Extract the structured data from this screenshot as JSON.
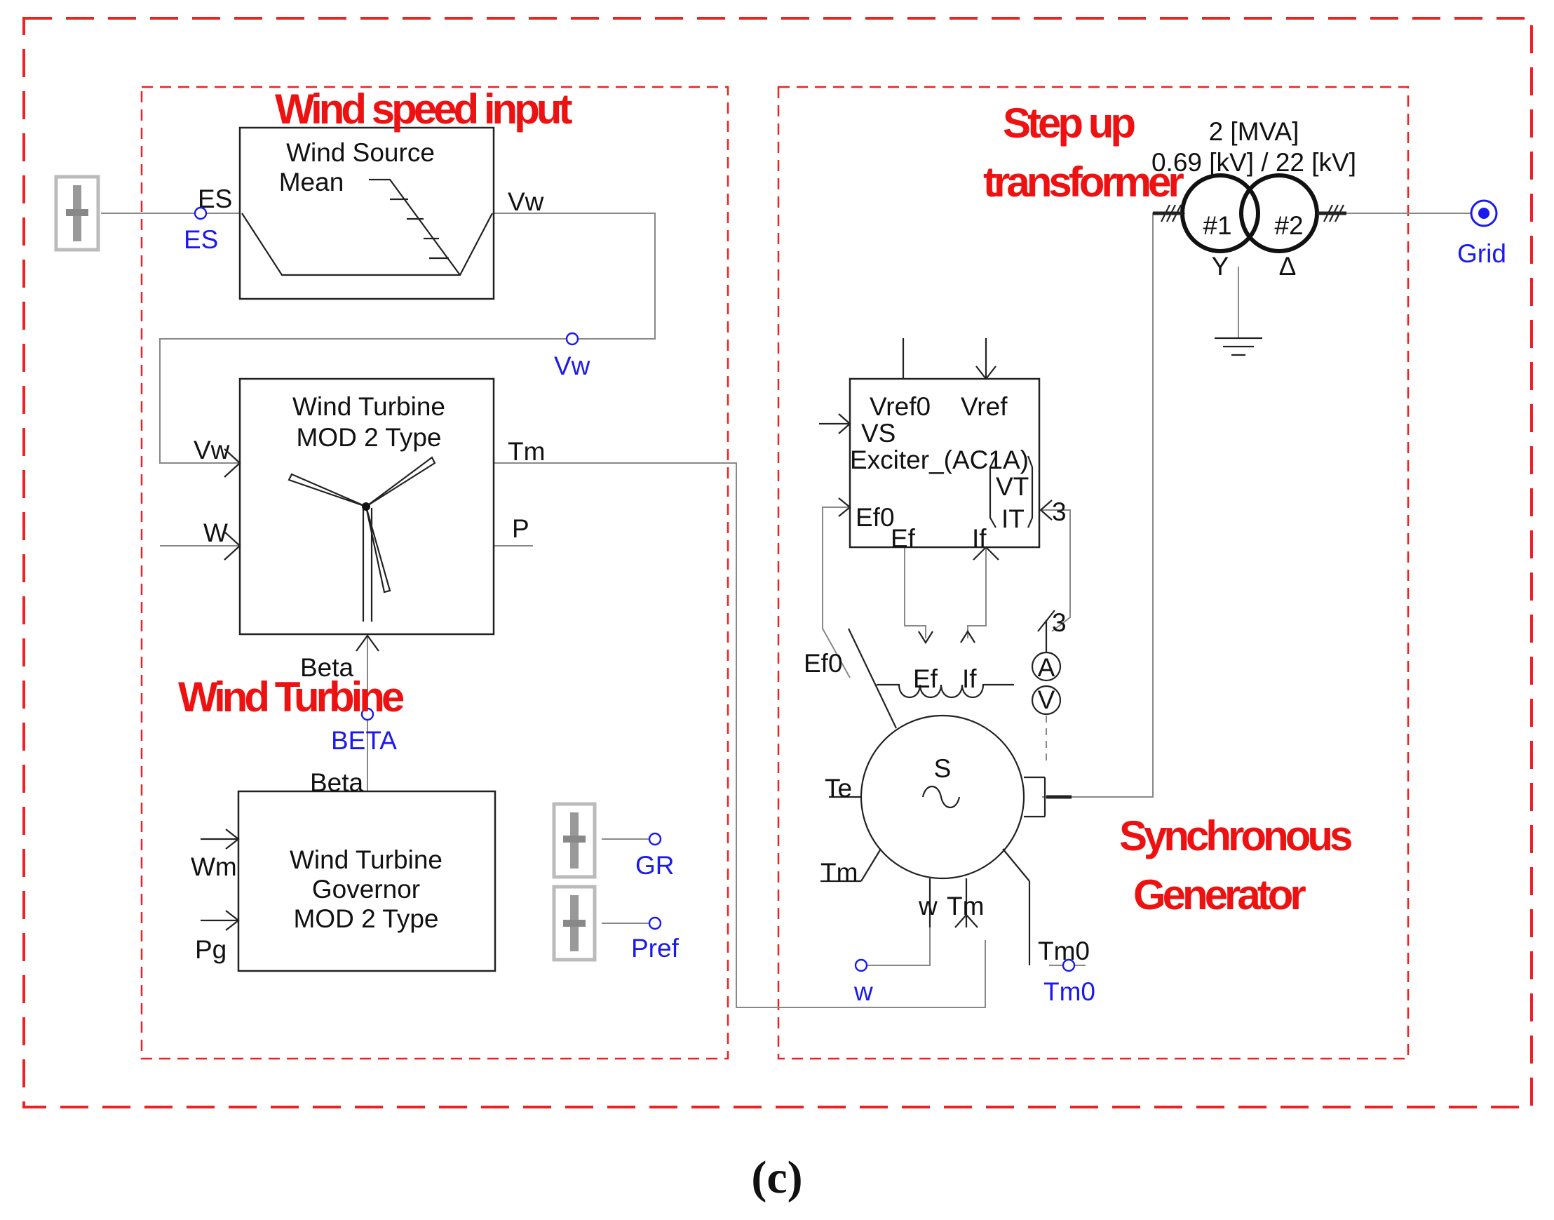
{
  "diagram": {
    "blocks": {
      "wind_source": {
        "title_line1": "Wind Source",
        "title_line2": "Mean",
        "port_in": "ES",
        "port_out": "Vw"
      },
      "wind_turbine": {
        "title_line1": "Wind Turbine",
        "title_line2": "MOD 2 Type",
        "port_vw": "Vw",
        "port_w": "W",
        "port_tm": "Tm",
        "port_p": "P",
        "port_beta": "Beta"
      },
      "governor": {
        "title_line1": "Wind Turbine",
        "title_line2": "Governor",
        "title_line3": "MOD 2 Type",
        "port_beta": "Beta",
        "port_wm": "Wm",
        "port_pg": "Pg"
      },
      "exciter": {
        "port_vref0": "Vref0",
        "port_vref": "Vref",
        "port_vs": "VS",
        "title": "Exciter_(AC1A)",
        "port_vt": "VT",
        "port_it": "IT",
        "port_ef0": "Ef0",
        "port_ef": "Ef",
        "port_if": "If",
        "bus_count": "3"
      },
      "generator": {
        "symbol": "S",
        "port_ef0": "Ef0",
        "port_te": "Te",
        "port_tm": "Tm",
        "port_w": "w",
        "port_tm2": "Tm",
        "port_tm0": "Tm0",
        "field_ef": "Ef",
        "field_if": "If",
        "bus_count": "3",
        "ammeter": "A",
        "voltmeter": "V"
      },
      "transformer": {
        "rating": "2 [MVA]",
        "voltages": "0.69 [kV] / 22 [kV]",
        "winding1": "#1",
        "winding2": "#2",
        "conn1": "Y",
        "conn2": "Δ"
      }
    },
    "signals": {
      "es": "ES",
      "vw": "Vw",
      "beta": "BETA",
      "gr": "GR",
      "pref": "Pref",
      "w": "w",
      "tm0": "Tm0",
      "grid": "Grid"
    },
    "group_labels": {
      "wind_speed_input": "Wind speed input",
      "wind_turbine": "Wind Turbine",
      "step_up_line1": "Step up",
      "step_up_line2": "transformer",
      "sync_line1": "Synchronous",
      "sync_line2": "Generator"
    },
    "caption": "(c)"
  },
  "colors": {
    "group_border": "#ee2222",
    "group_label": "#ee1111",
    "signal_label": "#1a1aee",
    "wire": "#888888"
  }
}
